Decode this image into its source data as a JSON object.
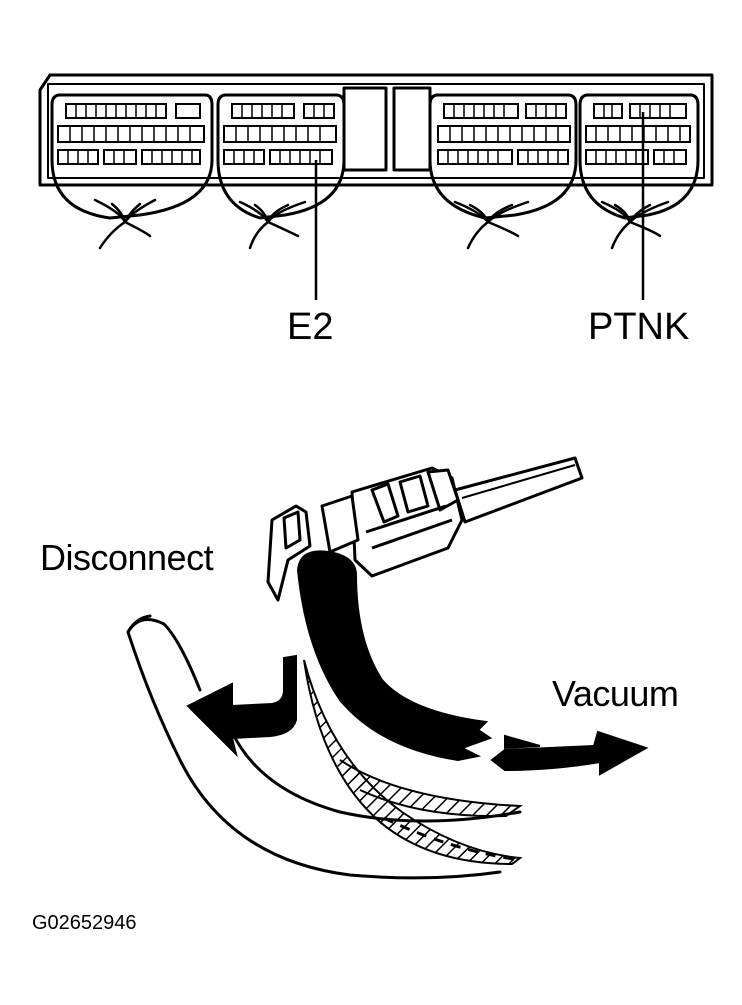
{
  "labels": {
    "e2": "E2",
    "ptnk": "PTNK",
    "disconnect": "Disconnect",
    "vacuum": "Vacuum",
    "figure_code": "G02652946"
  },
  "colors": {
    "ink": "#000000",
    "paper": "#ffffff"
  },
  "icons": [
    "ecu-connector-icon",
    "wire-harness-icon",
    "vacuum-hose-icon",
    "sensor-connector-icon",
    "arrow-icon"
  ]
}
